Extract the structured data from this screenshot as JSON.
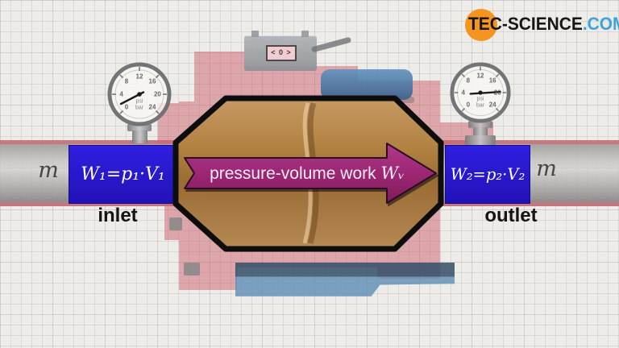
{
  "logo": {
    "brand": "TEC-SCIENCE",
    "tld": ".COM"
  },
  "pipe": {
    "mass_left": "m",
    "mass_right": "m"
  },
  "inlet": {
    "formula": "W₁=p₁·V₁",
    "label": "inlet"
  },
  "outlet": {
    "formula": "W₂=p₂·V₂",
    "label": "outlet"
  },
  "work_arrow": {
    "label": "pressure-volume work",
    "symbol": "Wᵥ"
  },
  "flow_meter": {
    "display": "< 0 >"
  },
  "gauge": {
    "scale": [
      "0",
      "4",
      "8",
      "12",
      "16",
      "20",
      "24"
    ],
    "units": [
      "psi",
      "bar"
    ]
  },
  "colors": {
    "formula_box_blue": "#2a1ad2",
    "arrow_magenta": "#9a2571",
    "machine_pink": "#e0a3aa",
    "machine_blue": "#5b87b3",
    "chamber_bronze": "#a8793f",
    "brand_orange": "#f5941e",
    "brand_blue": "#3fa3da",
    "pipe_gray": "#b9b7b5"
  }
}
